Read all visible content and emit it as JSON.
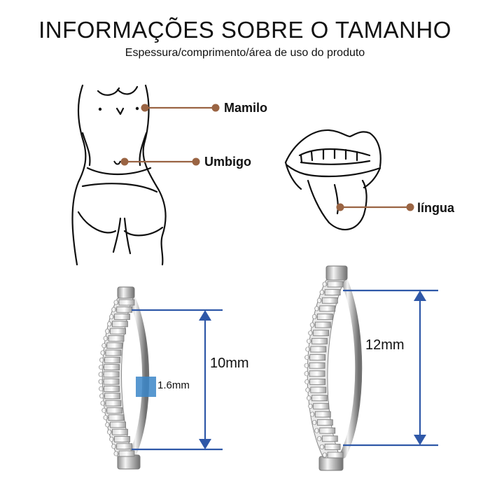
{
  "header": {
    "title": "INFORMAÇÕES SOBRE O TAMANHO",
    "subtitle": "Espessura/comprimento/área de uso do produto"
  },
  "callouts": {
    "nipple": "Mamilo",
    "navel": "Umbigo",
    "tongue": "língua"
  },
  "dimensions": {
    "short_length": "10mm",
    "long_length": "12mm",
    "thickness": "1.6mm"
  },
  "colors": {
    "callout_line": "#9a6443",
    "dimension_line": "#2f58a8",
    "thickness_marker": "#3b86c8"
  }
}
